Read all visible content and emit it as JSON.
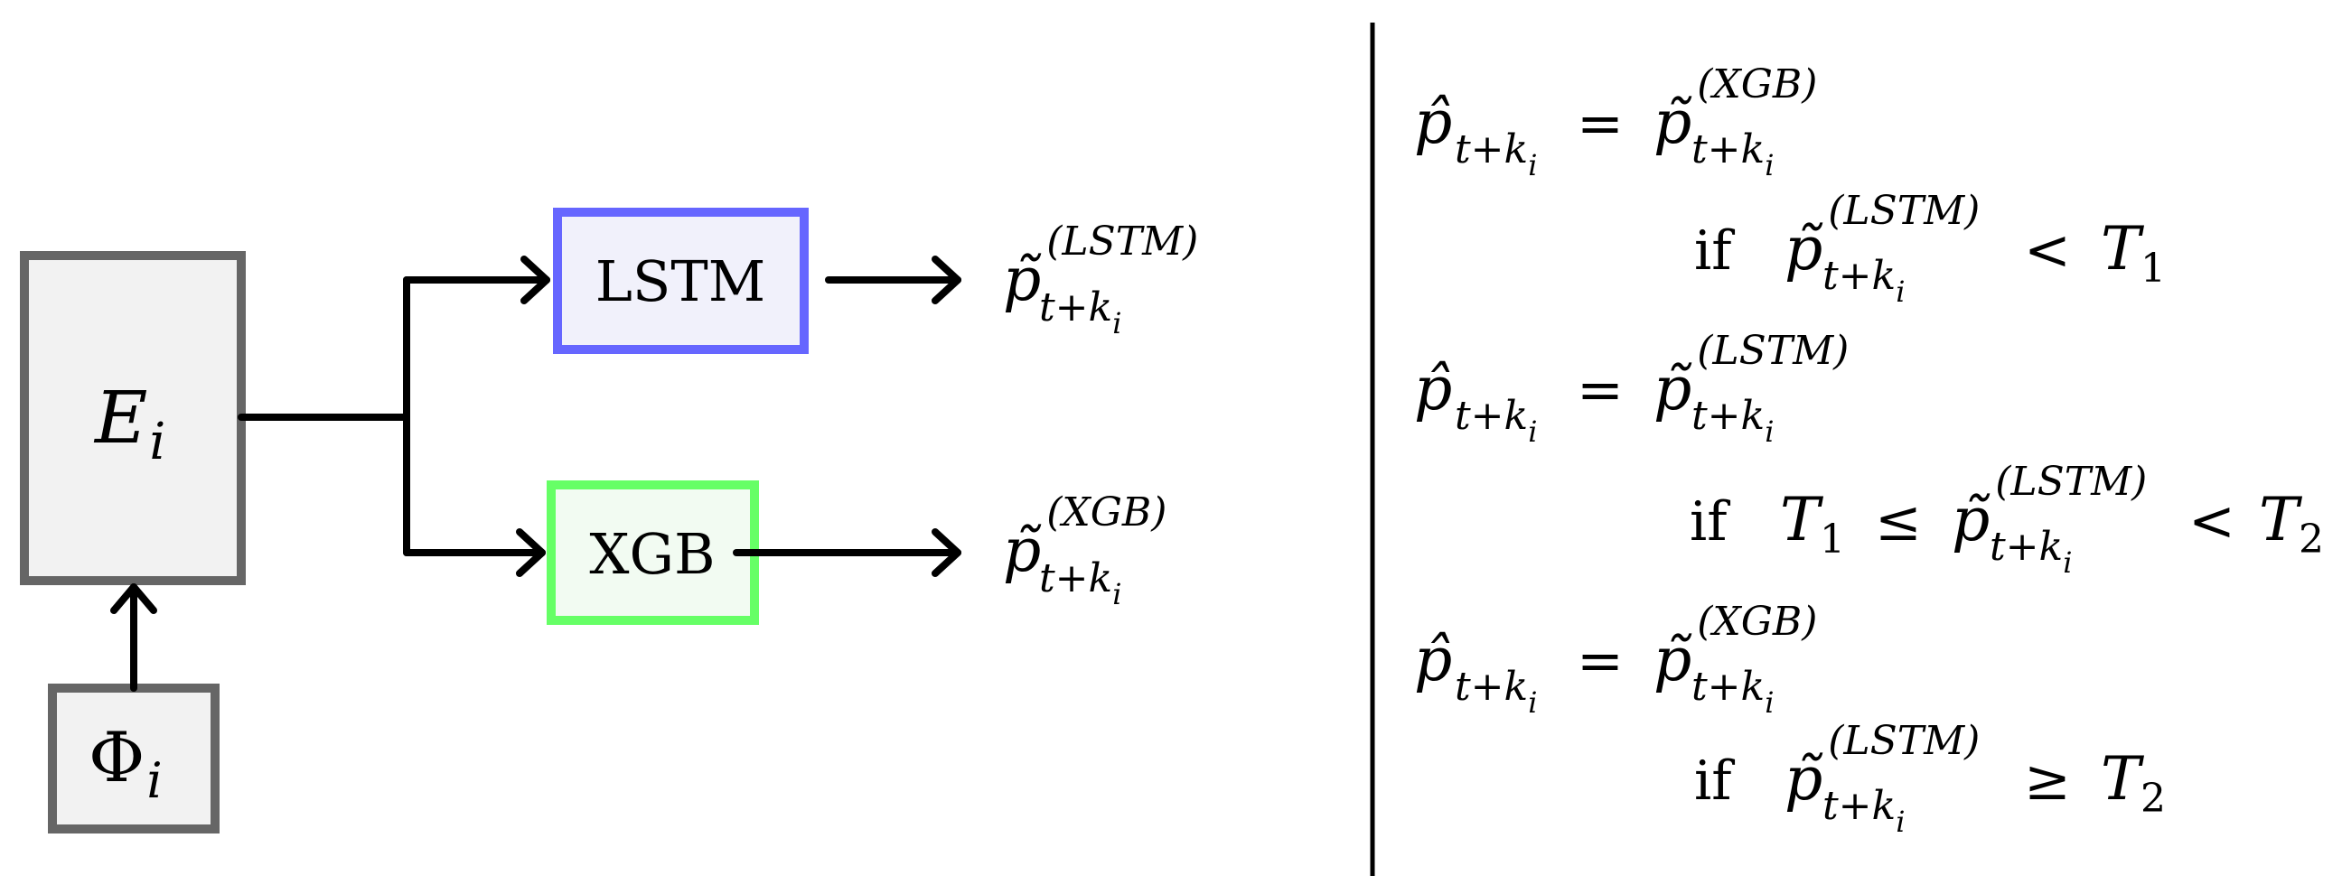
{
  "blocks": {
    "encoder": {
      "name": "E",
      "sub": "i",
      "fill": "#f2f2f2",
      "stroke": "#666666"
    },
    "input": {
      "name": "Φ",
      "sub": "i",
      "fill": "#f2f2f2",
      "stroke": "#666666"
    },
    "lstm": {
      "label": "LSTM",
      "fill": "#f1f1fb",
      "stroke": "#6666ff"
    },
    "xgb": {
      "label": "XGB",
      "fill": "#f2fbf2",
      "stroke": "#66ff66"
    }
  },
  "outputs": {
    "lstm": {
      "var": "p̃",
      "model": "(LSTM)",
      "sub": "t+k",
      "subsub": "i"
    },
    "xgb": {
      "var": "p̃",
      "model": "(XGB)",
      "sub": "t+k",
      "subsub": "i"
    }
  },
  "rules": {
    "lhs": {
      "var": "p̂",
      "sub": "t+k",
      "subsub": "i"
    },
    "eq": "=",
    "if_word": "if",
    "r1": {
      "rhs_model": "(XGB)",
      "cond_model": "(LSTM)",
      "op": "<",
      "T": "T",
      "Tsub": "1"
    },
    "r2": {
      "rhs_model": "(LSTM)",
      "T1": "T",
      "T1sub": "1",
      "op1": "≤",
      "cond_model": "(LSTM)",
      "op2": "<",
      "T2": "T",
      "T2sub": "2"
    },
    "r3": {
      "rhs_model": "(XGB)",
      "cond_model": "(LSTM)",
      "op": "≥",
      "T": "T",
      "Tsub": "2"
    },
    "tilde_var": "p̃"
  },
  "colors": {
    "line": "#000000",
    "divider": "#000000"
  }
}
